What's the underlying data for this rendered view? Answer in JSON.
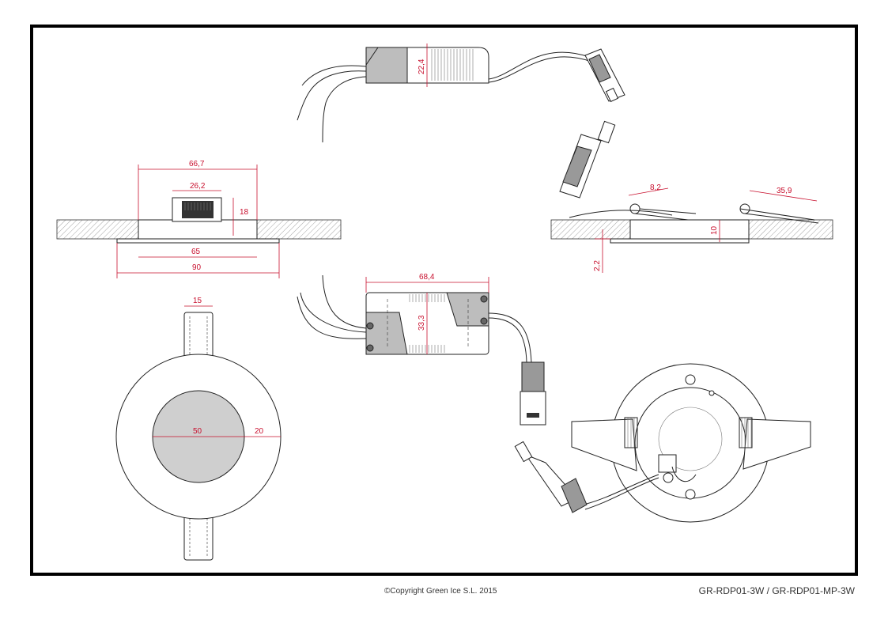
{
  "dimensions": {
    "driver_height": "22,4",
    "frame_width": "66,7",
    "heatsink_width": "26,2",
    "heatsink_height": "18",
    "cutout": "65",
    "outer_diameter": "90",
    "clip_reach": "8,2",
    "spring_length": "35,9",
    "ceiling_depth": "10",
    "bezel_thickness": "2,2",
    "driver_length": "68,4",
    "driver_width": "33,3",
    "clip_width": "15",
    "lens_diameter": "50",
    "rim_width": "20"
  },
  "footer": {
    "copyright": "©Copyright Green Ice S.L. 2015",
    "model": "GR-RDP01-3W / GR-RDP01-MP-3W"
  },
  "colors": {
    "dimension": "#c8102e",
    "frame": "#000000",
    "lens_fill": "#cfcfcf",
    "shade": "#bdbdbd"
  }
}
